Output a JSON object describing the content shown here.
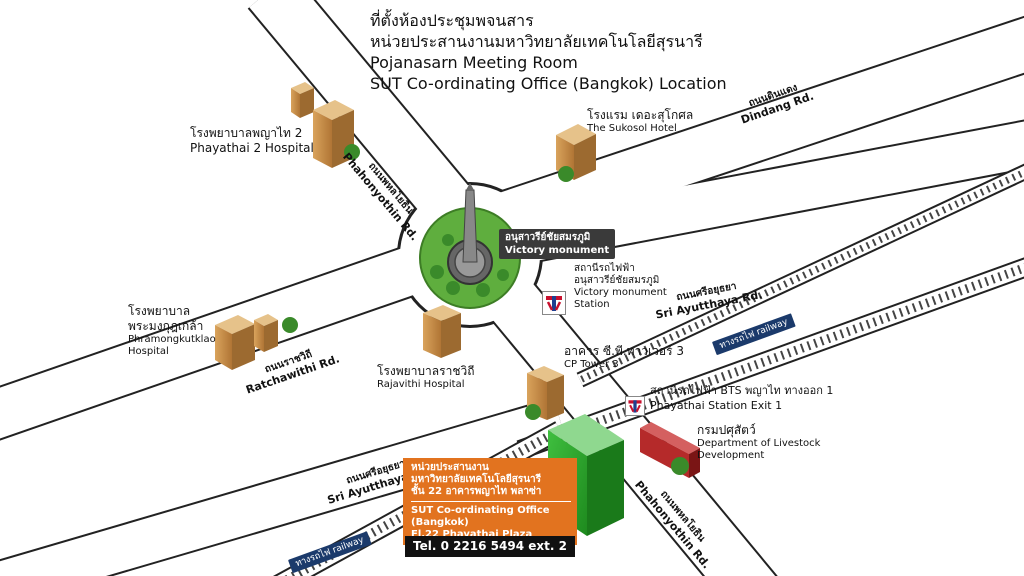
{
  "title": {
    "line1": "ที่ตั้งห้องประชุมพจนสาร",
    "line2": "หน่วยประสานงานมหาวิทยาลัยเทคโนโลยีสุรนารี",
    "line3": "Pojanasarn Meeting Room",
    "line4": "SUT Co-ordinating Office (Bangkok) Location"
  },
  "roads": {
    "phahonyothin_north": {
      "th": "ถนนพหลโยธิน",
      "en": "Phahonyothin Rd."
    },
    "dindang": {
      "th": "ถนนดินแดง",
      "en": "Dindang Rd."
    },
    "sri_ayutthaya_east": {
      "th": "ถนนศรีอยุธยา",
      "en": "Sri Ayutthaya Rd."
    },
    "ratchawithi": {
      "th": "ถนนราชวิถี",
      "en": "Ratchawithi Rd."
    },
    "sri_ayutthaya_south": {
      "th": "ถนนศรีอยุธยา",
      "en": "Sri Ayutthaya Rd."
    },
    "phahonyothin_south": {
      "th": "ถนนพหลโยธิน",
      "en": "Phahonyothin Rd."
    }
  },
  "railway": {
    "east": "ทางรถไฟ railway",
    "south": "ทางรถไฟ railway"
  },
  "places": {
    "phayathai2": {
      "th": "โรงพยาบาลพญาไท 2",
      "en": "Phayathai 2 Hospital"
    },
    "sukosol": {
      "th": "โรงแรม เดอะสุโกศล",
      "en": "The Sukosol Hotel"
    },
    "phramongkutklao": {
      "th1": "โรงพยาบาล",
      "th2": "พระมงกุฎเกล้า",
      "en1": "Phramongkutklao",
      "en2": "Hospital"
    },
    "rajavithi": {
      "th": "โรงพยาบาลราชวิถี",
      "en": "Rajavithi Hospital"
    },
    "cp_tower": {
      "th": "อาคาร ซี.พี.ทาวเวอร์ 3",
      "en": "CP Tower 3"
    },
    "livestock": {
      "th": "กรมปศุสัตว์",
      "en1": "Department of Livestock",
      "en2": "Development"
    }
  },
  "monument": {
    "th": "อนุสาวรีย์ชัยสมรภูมิ",
    "en": "Victory monument"
  },
  "victory_station": {
    "th1": "สถานีรถไฟฟ้า",
    "th2": "อนุสาวรีย์ชัยสมรภูมิ",
    "en1": "Victory monument",
    "en2": "Station"
  },
  "phayathai_station": {
    "th": "สถานีรถไฟฟ้า BTS พญาไท ทางออก 1",
    "en": "Phayathai Station Exit 1"
  },
  "office": {
    "th1": "หน่วยประสานงาน",
    "th2": "มหาวิทยาลัยเทคโนโลยีสุรนารี",
    "th3": "ชั้น 22 อาคารพญาไท พลาซ่า",
    "en1": "SUT Co-ordinating Office",
    "en2": "(Bangkok)",
    "en3": "Fl.22  Phayathai Plaza",
    "tel": "Tel. 0 2216 5494 ext. 2"
  },
  "colors": {
    "road_fill": "#ffffff",
    "road_edge": "#222222",
    "monument_green": "#5fae3e",
    "office_green": "#2e9e2e",
    "orange": "#e2731f",
    "rail_label": "#1b3a6b",
    "building_tan": "#c58a45",
    "livestock_red": "#b52a2a"
  }
}
